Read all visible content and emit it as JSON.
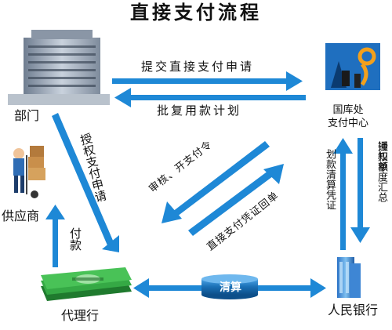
{
  "title": "直接支付流程",
  "nodes": {
    "department": "部门",
    "treasury": "国库处\n支付中心",
    "supplier": "供应商",
    "agent_bank": "代理行",
    "peoples_bank": "人民银行"
  },
  "flows": {
    "submit_request": "提交直接支付申请",
    "approve_plan": "批复用款计划",
    "authorize_request": "授权支付申请",
    "payment": "付款",
    "review_issue": "审核、开支付令",
    "voucher_return": "直接支付凭证回单",
    "clearing": "清算",
    "transfer_voucher": "划款清算凭证",
    "notice": "通知单",
    "quota_summary": "授权额度汇总"
  },
  "colors": {
    "arrow": "#1e88d6",
    "money": "#2e9e3e",
    "clearing_pill": "#1a6fb5"
  }
}
